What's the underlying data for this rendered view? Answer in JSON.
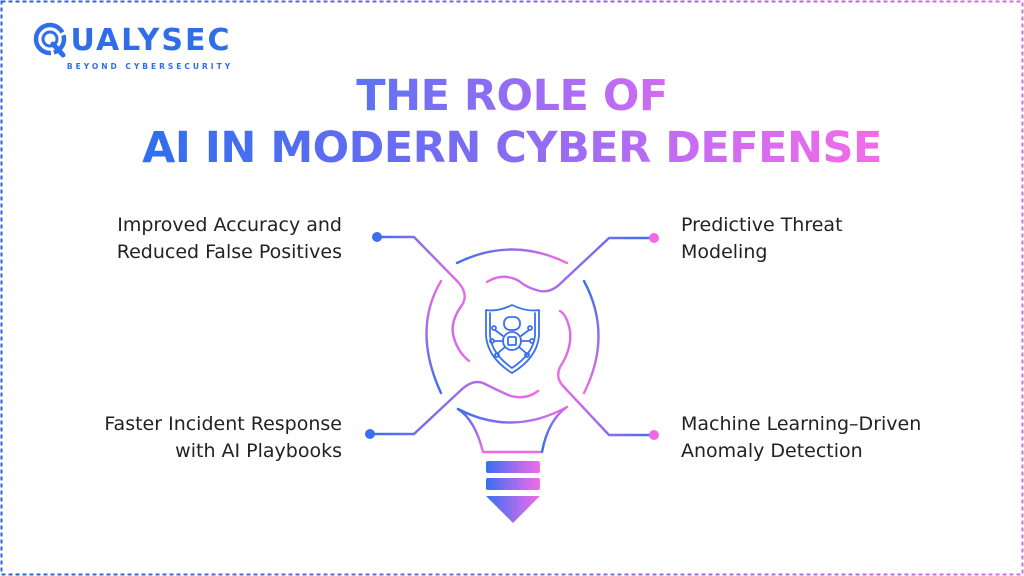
{
  "brand": {
    "name": "QUALYSEC",
    "name_rest": "UALYSEC",
    "tagline": "BEYOND CYBERSECURITY",
    "color": "#2f6ee8"
  },
  "title": {
    "line1": "THE ROLE OF",
    "line2": "AI IN MODERN CYBER DEFENSE"
  },
  "features": [
    {
      "label_line1": "Improved Accuracy and",
      "label_line2": "Reduced False Positives",
      "position": "top-left",
      "dot_color": "#3a6ff0"
    },
    {
      "label_line1": "Predictive Threat",
      "label_line2": "Modeling",
      "position": "top-right",
      "dot_color": "#f06ae6"
    },
    {
      "label_line1": "Faster Incident Response",
      "label_line2": "with AI Playbooks",
      "position": "bottom-left",
      "dot_color": "#3a6ff0"
    },
    {
      "label_line1": "Machine Learning–Driven",
      "label_line2": "Anomaly Detection",
      "position": "bottom-right",
      "dot_color": "#f06ae6"
    }
  ],
  "illustration": {
    "center_icon": "shield-lock-circuit-icon",
    "container": "lightbulb-icon"
  },
  "colors": {
    "gradient_start": "#2f6ef0",
    "gradient_end": "#f36ce9",
    "text": "#222222",
    "border_left": "#2f5fd8",
    "border_right": "#d86ae0"
  }
}
